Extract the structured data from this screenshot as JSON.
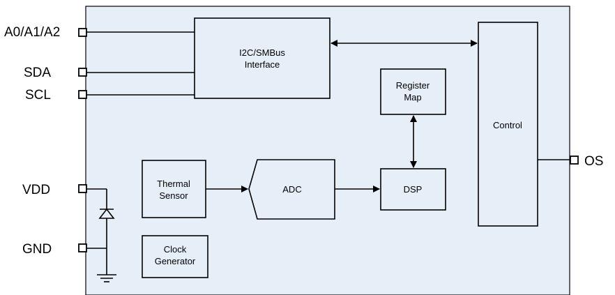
{
  "diagram": {
    "background_color": "#e6eef8",
    "line_color": "#000000",
    "pins": {
      "addr": "A0/A1/A2",
      "sda": "SDA",
      "scl": "SCL",
      "vdd": "VDD",
      "gnd": "GND",
      "os": "OS"
    },
    "blocks": {
      "i2c": [
        "I2C/SMBus",
        "Interface"
      ],
      "register_map": [
        "Register",
        "Map"
      ],
      "control": "Control",
      "thermal_sensor": [
        "Thermal",
        "Sensor"
      ],
      "adc": "ADC",
      "dsp": "DSP",
      "clock_generator": [
        "Clock",
        "Generator"
      ]
    }
  }
}
